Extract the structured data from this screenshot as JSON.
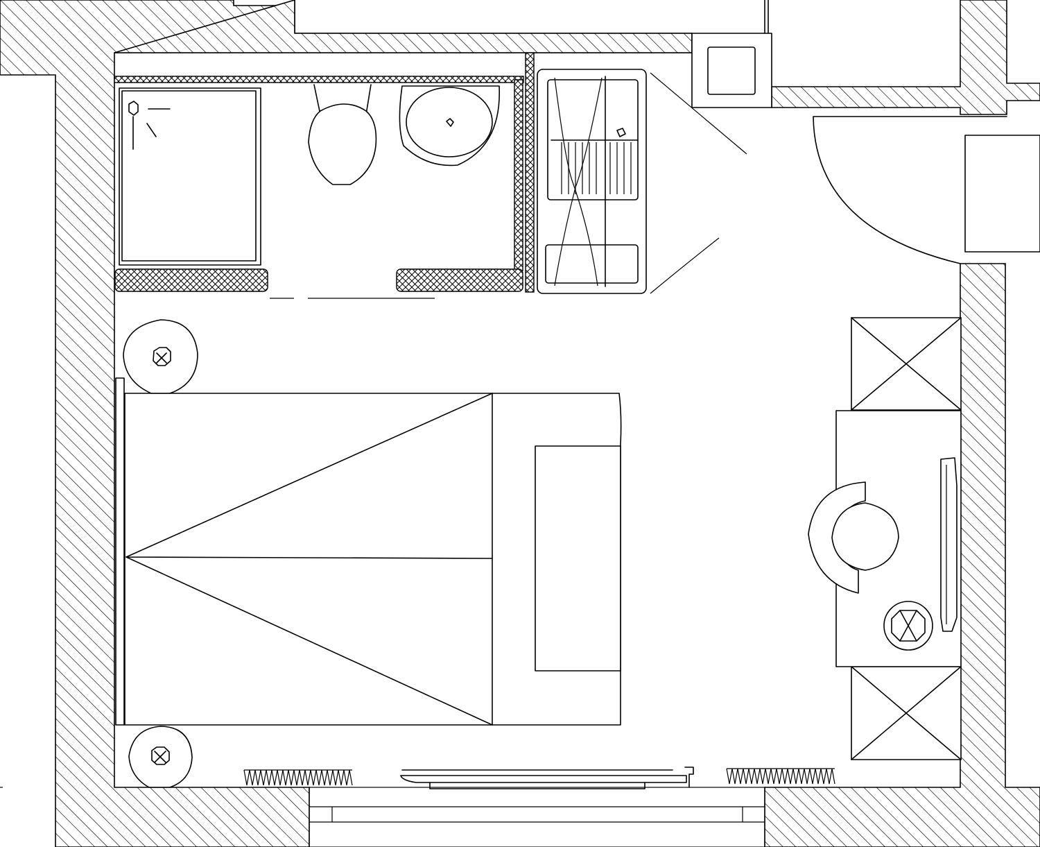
{
  "drawing": {
    "type": "floor-plan",
    "rooms": [
      "bedroom",
      "bathroom",
      "entry-hall"
    ],
    "fixtures": [
      "shower",
      "toilet",
      "washbasin",
      "wardrobe",
      "double-bed",
      "nightstand",
      "nightstand",
      "desk",
      "chair",
      "armchair",
      "side-table",
      "cabinet",
      "cabinet",
      "radiator",
      "radiator",
      "window",
      "entry-door",
      "luggage-rack"
    ],
    "colors": {
      "line": "#000000",
      "background": "#ffffff"
    }
  }
}
